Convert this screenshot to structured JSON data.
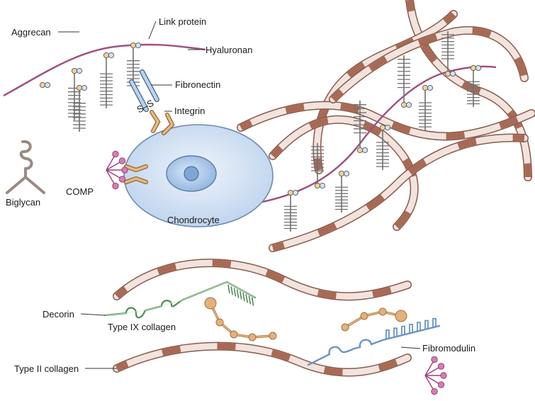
{
  "labels": {
    "aggrecan": "Aggrecan",
    "link_protein": "Link protein",
    "hyaluronan": "Hyaluronan",
    "fibronectin": "Fibronectin",
    "ss": "S–S",
    "integrin": "Integrin",
    "biglycan": "Biglycan",
    "comp": "COMP",
    "chondrocyte": "Chondrocyte",
    "decorin": "Decorin",
    "type_ix_collagen": "Type IX collagen",
    "fibromodulin": "Fibromodulin",
    "type_ii_collagen": "Type II collagen"
  },
  "colors": {
    "collagen_fill": "#f1e3de",
    "collagen_edge": "#8a5a4a",
    "collagen_band": "#a86a55",
    "hyaluronan": "#a0507f",
    "aggrecan": "#707070",
    "link_protein": "#f5d09a",
    "bead_blue": "#cfe3f5",
    "fibronectin": "#b8d3ec",
    "integrin": "#eab97e",
    "cell_fill": "#d6e4f5",
    "nucleus": "#a9c8ea",
    "biglycan": "#9a8a84",
    "comp": "#d47fb4",
    "decorin": "#6aa56e",
    "fibromodulin": "#6a93c4",
    "type_ix": "#e5b07a"
  }
}
